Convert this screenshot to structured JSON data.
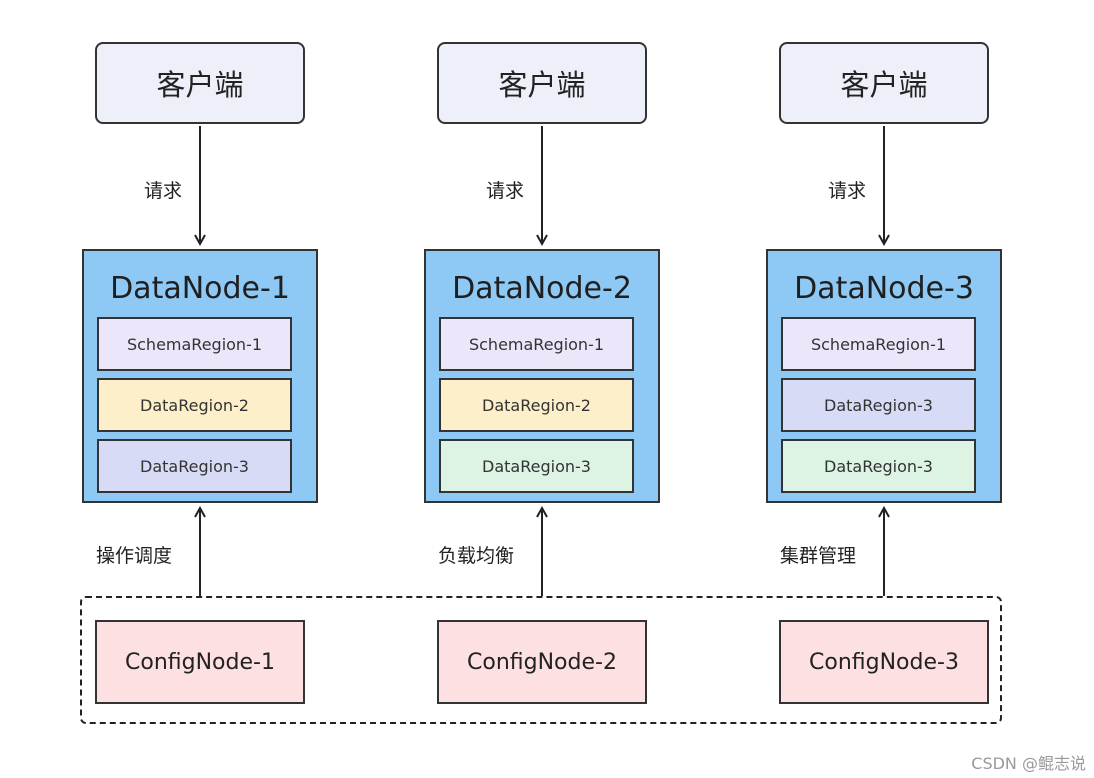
{
  "clients": [
    "客户端",
    "客户端",
    "客户端"
  ],
  "request_labels": [
    "请求",
    "请求",
    "请求"
  ],
  "datanodes": [
    {
      "title": "DataNode-1",
      "regions": [
        {
          "label": "SchemaRegion-1",
          "color": "#ece6fb"
        },
        {
          "label": "DataRegion-2",
          "color": "#fcefc9"
        },
        {
          "label": "DataRegion-3",
          "color": "#d7dbf5"
        }
      ]
    },
    {
      "title": "DataNode-2",
      "regions": [
        {
          "label": "SchemaRegion-1",
          "color": "#ece6fb"
        },
        {
          "label": "DataRegion-2",
          "color": "#fcefc9"
        },
        {
          "label": "DataRegion-3",
          "color": "#ddf3e3"
        }
      ]
    },
    {
      "title": "DataNode-3",
      "regions": [
        {
          "label": "SchemaRegion-1",
          "color": "#ece6fb"
        },
        {
          "label": "DataRegion-3",
          "color": "#d7dbf5"
        },
        {
          "label": "DataRegion-3",
          "color": "#ddf3e3"
        }
      ]
    }
  ],
  "config_labels": [
    "操作调度",
    "负载均衡",
    "集群管理"
  ],
  "confignodes": [
    "ConfigNode-1",
    "ConfigNode-2",
    "ConfigNode-3"
  ],
  "colors": {
    "datanode": "#8ec9f5",
    "client": "#eef0f9",
    "confignode": "#fde0e1"
  },
  "watermark": "CSDN @鲲志说"
}
